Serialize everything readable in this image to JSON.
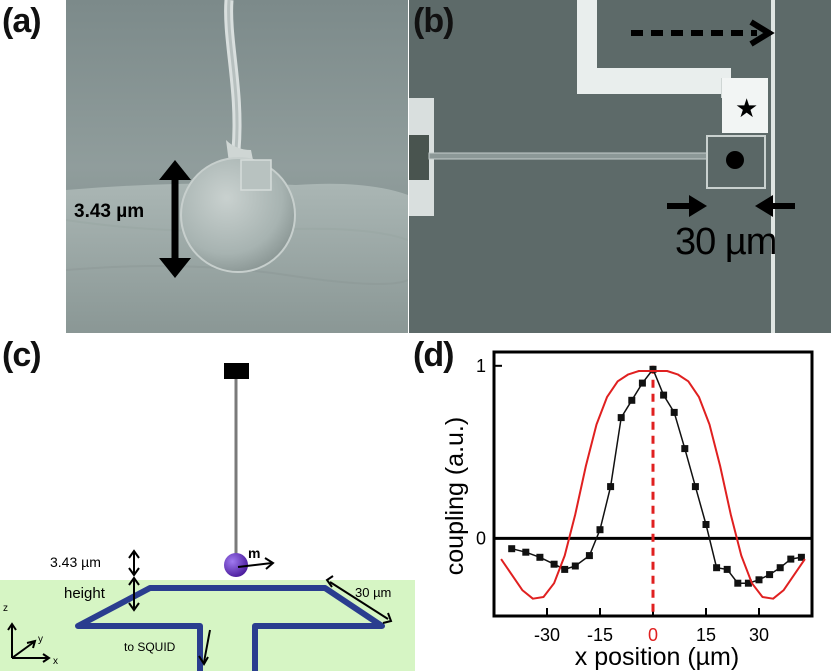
{
  "panels": {
    "a": {
      "label": "(a)",
      "scale_label": "3.43 µm"
    },
    "b": {
      "label": "(b)",
      "scale_label": "30 µm",
      "star_symbol": "★"
    },
    "c": {
      "label": "(c)",
      "height_label_top": "3.43 µm",
      "height_label": "height",
      "width_label": "30 µm",
      "moment_label": "m",
      "squid_label": "to SQUID",
      "axis_z": "z",
      "axis_y": "y",
      "axis_x": "x"
    },
    "d": {
      "label": "(d)"
    }
  },
  "colors": {
    "substrate_green": "#d6f5c4",
    "loop_blue": "#2a3d8f",
    "sphere_purple": "#6a2cc6",
    "fit_red": "#e02020",
    "data_black": "#111111",
    "sem_gray_a": "#8e9a9a",
    "sem_gray_b": "#5e6b6a"
  },
  "chart_data": {
    "type": "line",
    "xlabel": "x position (µm)",
    "ylabel": "coupling (a.u.)",
    "xlim": [
      -45,
      45
    ],
    "ylim": [
      -0.45,
      1.08
    ],
    "x_ticks": [
      -30,
      -15,
      0,
      15,
      30
    ],
    "x_tick_labels": [
      "-30",
      "-15",
      "0",
      "15",
      "30"
    ],
    "y_ticks": [
      0,
      1
    ],
    "y_tick_labels": [
      "0",
      "1"
    ],
    "highlight_tick": "0",
    "zero_line": true,
    "center_marker_x": 0,
    "series": [
      {
        "kind": "data",
        "x": [
          -40,
          -36,
          -32,
          -28,
          -25,
          -22,
          -18,
          -15,
          -12,
          -9,
          -6,
          -3,
          0,
          3,
          6,
          9,
          12,
          15,
          18,
          21,
          24,
          27,
          30,
          33,
          36,
          39,
          42
        ],
        "y": [
          -0.06,
          -0.08,
          -0.11,
          -0.15,
          -0.18,
          -0.16,
          -0.1,
          0.05,
          0.3,
          0.7,
          0.8,
          0.9,
          0.98,
          0.83,
          0.73,
          0.52,
          0.3,
          0.08,
          -0.17,
          -0.18,
          -0.26,
          -0.26,
          -0.24,
          -0.21,
          -0.17,
          -0.12,
          -0.11
        ],
        "color": "#111111"
      },
      {
        "kind": "fit",
        "x": [
          -43,
          -40,
          -37,
          -34,
          -31,
          -28,
          -25,
          -22,
          -19,
          -16,
          -13,
          -10,
          -7,
          -4,
          -1,
          0,
          1,
          4,
          7,
          10,
          13,
          16,
          19,
          22,
          25,
          28,
          31,
          34,
          37,
          40,
          43
        ],
        "y": [
          -0.12,
          -0.21,
          -0.3,
          -0.35,
          -0.34,
          -0.26,
          -0.1,
          0.14,
          0.42,
          0.66,
          0.82,
          0.91,
          0.95,
          0.97,
          0.97,
          0.97,
          0.97,
          0.97,
          0.95,
          0.91,
          0.82,
          0.66,
          0.42,
          0.14,
          -0.1,
          -0.26,
          -0.34,
          -0.35,
          -0.3,
          -0.21,
          -0.12
        ],
        "color": "#e02020"
      }
    ]
  }
}
